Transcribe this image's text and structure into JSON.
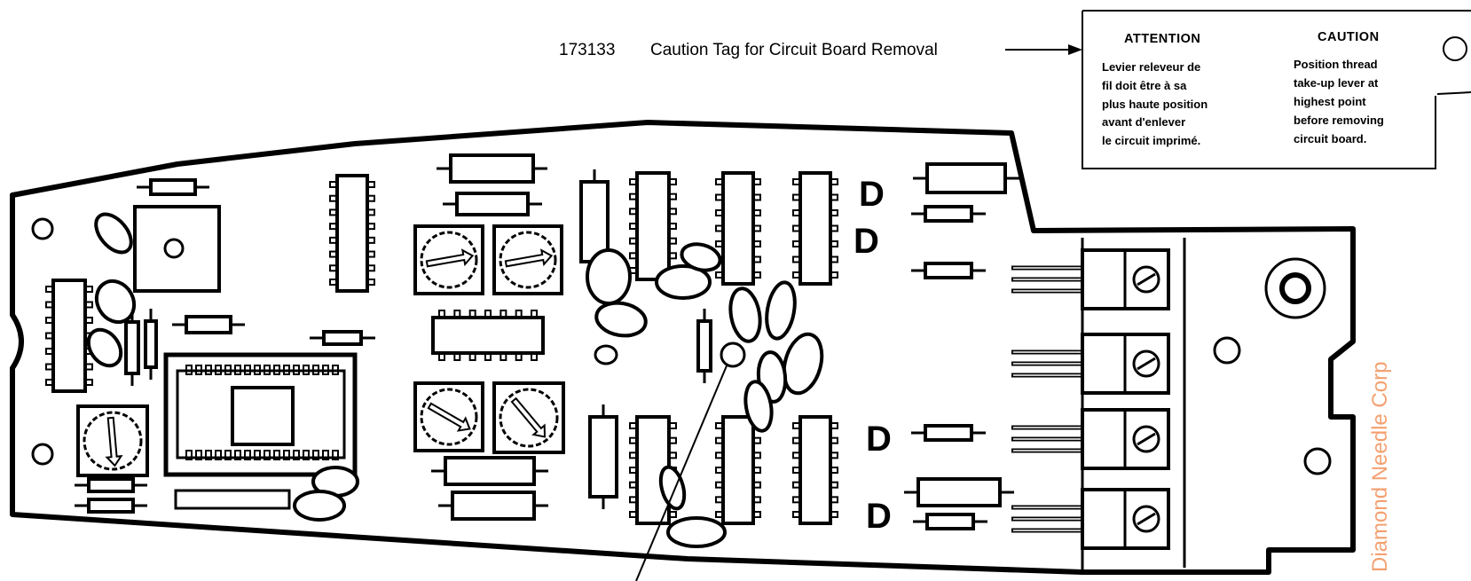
{
  "callout": {
    "part_number": "173133",
    "label": "Caution Tag for Circuit Board Removal"
  },
  "tag": {
    "attention_heading": "ATTENTION",
    "attention_lines": [
      "Levier releveur de",
      "fil doit être à sa",
      "plus haute position",
      "avant d'enlever",
      "le circuit imprimé."
    ],
    "caution_heading": "CAUTION",
    "caution_lines": [
      "Position thread",
      "take-up lever at",
      "highest point",
      "before removing",
      "circuit board."
    ]
  },
  "diode_markers": [
    "D",
    "D",
    "D",
    "D"
  ],
  "watermark": {
    "text": "Diamond Needle Corp",
    "color": "#f4a070"
  },
  "colors": {
    "ink": "#000000",
    "paper": "#ffffff"
  },
  "icons": {
    "potentiometer": "trim-pot-arrow-icon",
    "screw": "slotted-screw-icon",
    "mount_hole": "circle-hole-icon"
  }
}
